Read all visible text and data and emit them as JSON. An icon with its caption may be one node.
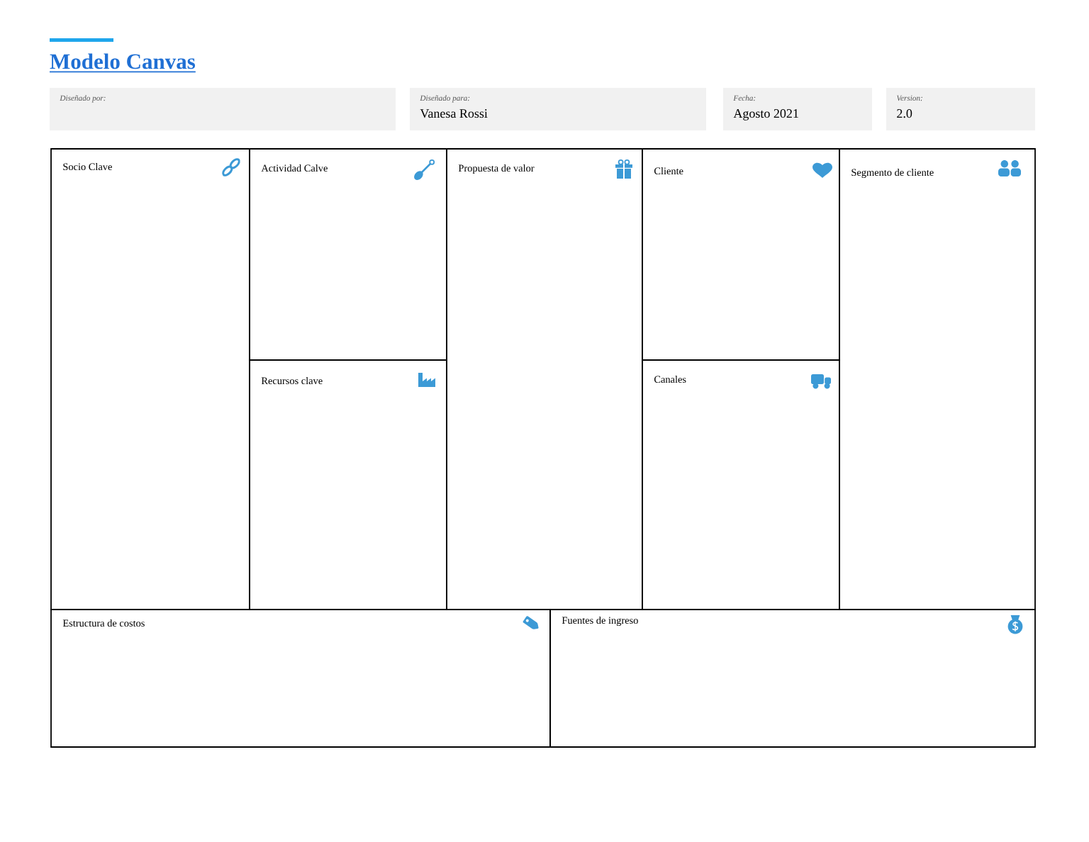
{
  "diagram": {
    "title": "Modelo Canvas",
    "nodes": [
      {
        "text": [
          "Diseñado por:"
        ]
      },
      {
        "text": [
          "Diseñado para:",
          "Vanesa Rossi"
        ]
      },
      {
        "text": [
          "Fecha:",
          "Agosto 2021"
        ]
      },
      {
        "text": [
          "Version:",
          "2.0"
        ]
      },
      {
        "text": [
          "Socio Clave"
        ]
      },
      {
        "text": [
          "Actividad Calve"
        ]
      },
      {
        "text": [
          "Propuesta de valor"
        ]
      },
      {
        "text": [
          "Cliente"
        ]
      },
      {
        "text": [
          "Segmento de cliente"
        ]
      },
      {
        "text": [
          "Recursos clave"
        ]
      },
      {
        "text": [
          "Canales"
        ]
      },
      {
        "text": [
          "Estructura de costos"
        ]
      },
      {
        "text": [
          "Fuentes de ingreso"
        ]
      }
    ]
  }
}
